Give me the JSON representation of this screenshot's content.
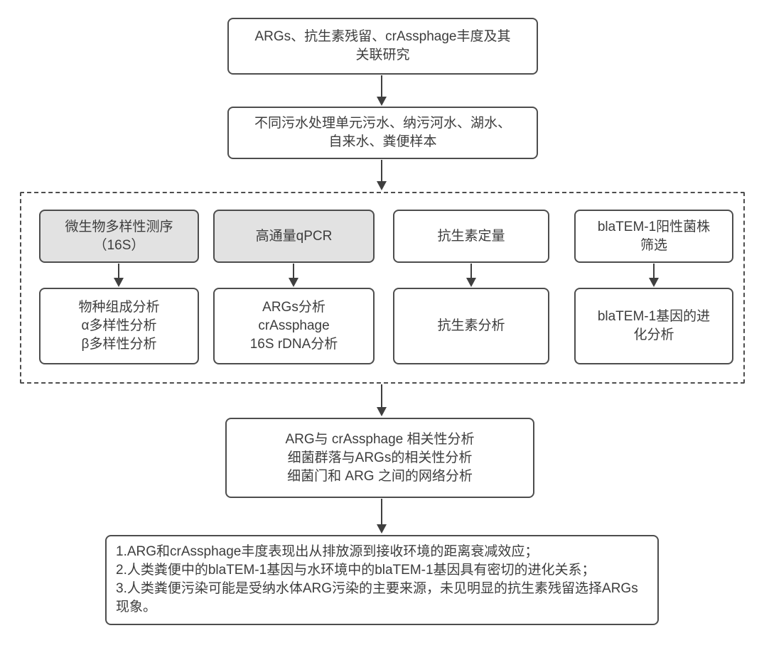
{
  "flowchart": {
    "nodes": {
      "research_topic": [
        "ARGs、抗生素残留、crAssphage丰度及其",
        "关联研究"
      ],
      "samples": [
        "不同污水处理单元污水、纳污河水、湖水、",
        "自来水、粪便样本"
      ],
      "microbial_sequencing": [
        "微生物多样性测序",
        "（16S）"
      ],
      "species_composition": [
        "物种组成分析",
        "α多样性分析",
        "β多样性分析"
      ],
      "qpcr": [
        "高通量qPCR"
      ],
      "args_analysis": [
        "ARGs分析",
        "crAssphage",
        "16S rDNA分析"
      ],
      "antibiotic_quantification": [
        "抗生素定量"
      ],
      "antibiotic_analysis": [
        "抗生素分析"
      ],
      "blatem_screening": [
        "blaTEM-1阳性菌株",
        "筛选"
      ],
      "blatem_evolution": [
        "blaTEM-1基因的进",
        "化分析"
      ],
      "correlation_analysis": [
        "ARG与 crAssphage 相关性分析",
        "细菌群落与ARGs的相关性分析",
        "细菌门和 ARG 之间的网络分析"
      ],
      "conclusions": [
        "1.ARG和crAssphage丰度表现出从排放源到接收环境的距离衰减效应；",
        "2.人类粪便中的blaTEM-1基因与水环境中的blaTEM-1基因具有密切的进化关系；",
        "3.人类粪便污染可能是受纳水体ARG污染的主要来源，未见明显的抗生素残留选择ARGs现象。"
      ]
    },
    "colors": {
      "border": "#4d4d4d",
      "highlight_fill": "#e2e2e2",
      "box_fill": "#ffffff",
      "text": "#3d3d3d",
      "arrow": "#3f3f3f"
    }
  }
}
